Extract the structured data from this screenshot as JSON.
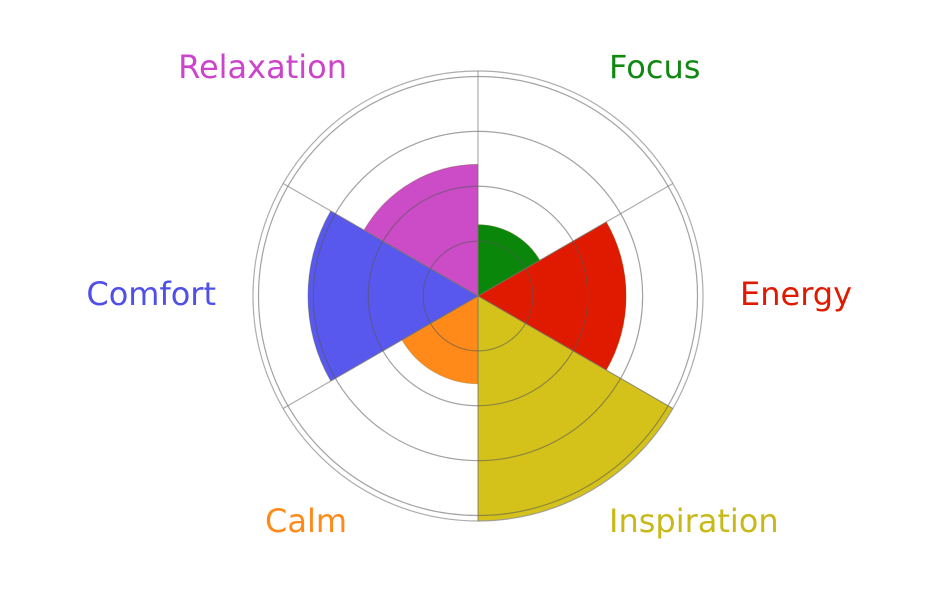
{
  "chart_data": {
    "type": "polar-area",
    "categories": [
      "Focus",
      "Energy",
      "Inspiration",
      "Calm",
      "Comfort",
      "Relaxation"
    ],
    "values": [
      1.3,
      2.7,
      4.1,
      1.6,
      3.1,
      2.4
    ],
    "colors": [
      "#0a870a",
      "#e01a00",
      "#d4c21a",
      "#ff8a1a",
      "#5858ee",
      "#cc4cc8"
    ],
    "label_colors": [
      "#118811",
      "#e01a00",
      "#c8b818",
      "#ff8a1a",
      "#5050e8",
      "#cc44cc"
    ],
    "rmax": 4.1,
    "rings": [
      1,
      2,
      3,
      4,
      4.1
    ],
    "grid": true,
    "start_angle_deg": 0,
    "direction": "clockwise"
  }
}
